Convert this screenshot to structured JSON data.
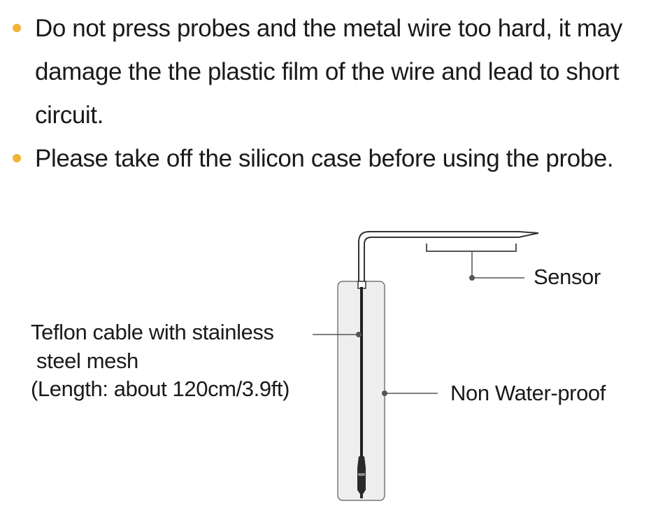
{
  "notes": [
    "Do not press probes and the metal wire too hard, it may damage the the plastic film of the wire and lead to short circuit.",
    "Please take off the silicon case before using the probe."
  ],
  "labels": {
    "sensor": "Sensor",
    "cable_line1": "Teflon cable with stainless",
    "cable_line2": "steel mesh",
    "cable_length": "(Length: about 120cm/3.9ft)",
    "case": "Non Water-proof"
  },
  "colors": {
    "bullet": "#f1b439",
    "case_fill": "#eeeeee",
    "line": "#555555"
  }
}
